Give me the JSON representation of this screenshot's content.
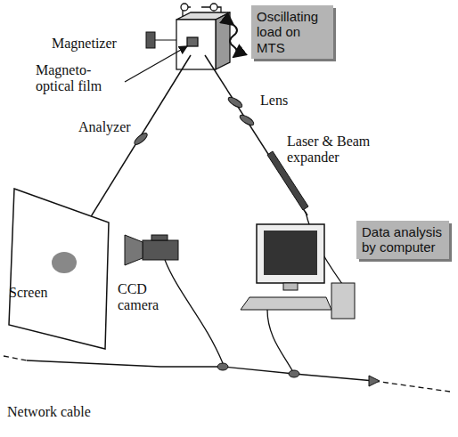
{
  "diagram": {
    "nodes": [
      {
        "text": [
          "Oscillating load on MTS"
        ]
      },
      {
        "text": [
          "Data analysis by computer"
        ]
      }
    ],
    "edges": [],
    "labels": [
      "Magnetizer",
      "Magneto-optical film",
      "Lens",
      "Laser & Beam expander",
      "Analyzer",
      "Screen",
      "CCD camera",
      "Network cable"
    ]
  }
}
